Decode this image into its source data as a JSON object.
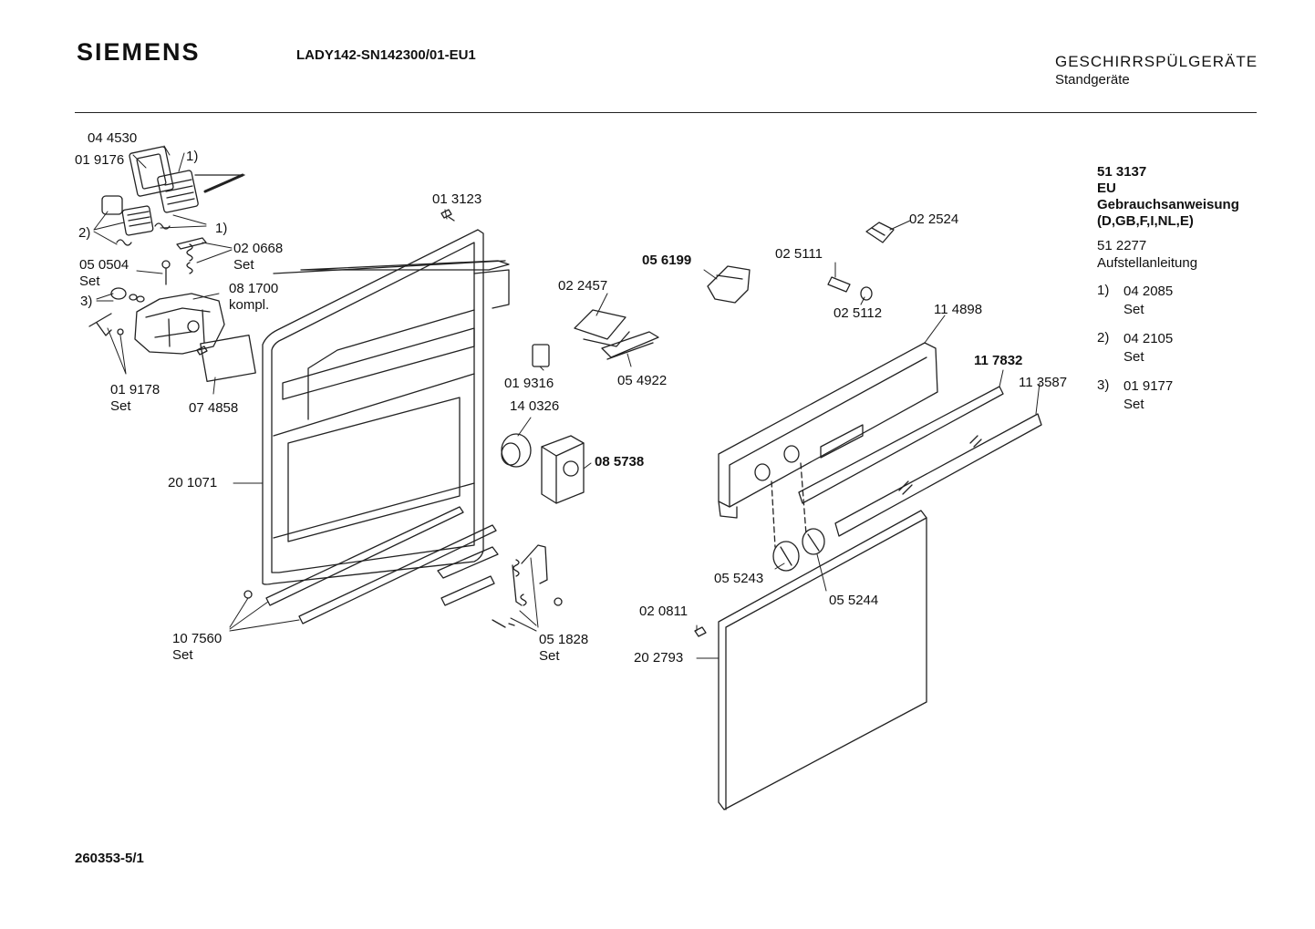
{
  "header": {
    "brand": "SIEMENS",
    "model": "LADY142-SN142300/01-EU1",
    "category": "GESCHIRRSPÜLGERÄTE",
    "subcategory": "Standgeräte"
  },
  "footer": {
    "doc_id": "260353-5/1"
  },
  "legend": {
    "manual_number": "51 3137",
    "manual_region": "EU",
    "manual_title": "Gebrauchsanweisung",
    "manual_languages": "(D,GB,F,I,NL,E)",
    "install_number": "51 2277",
    "install_title": "Aufstellanleitung",
    "notes": [
      {
        "marker": "1)",
        "part": "04 2085",
        "qualifier": "Set"
      },
      {
        "marker": "2)",
        "part": "04 2105",
        "qualifier": "Set"
      },
      {
        "marker": "3)",
        "part": "01 9177",
        "qualifier": "Set"
      }
    ]
  },
  "callouts": [
    {
      "id": "044530",
      "text": "04 4530"
    },
    {
      "id": "019176",
      "text": "01 9176"
    },
    {
      "id": "note1a",
      "text": "1)"
    },
    {
      "id": "note1b",
      "text": "1)"
    },
    {
      "id": "note2",
      "text": "2)"
    },
    {
      "id": "note3",
      "text": "3)"
    },
    {
      "id": "020668",
      "text": "02 0668",
      "sub": "Set"
    },
    {
      "id": "050504",
      "text": "05 0504",
      "sub": "Set"
    },
    {
      "id": "081700",
      "text": "08 1700",
      "sub": "kompl."
    },
    {
      "id": "019178",
      "text": "01 9178",
      "sub": "Set"
    },
    {
      "id": "074858",
      "text": "07 4858"
    },
    {
      "id": "013123",
      "text": "01 3123"
    },
    {
      "id": "201071",
      "text": "20 1071"
    },
    {
      "id": "107560",
      "text": "10 7560",
      "sub": "Set"
    },
    {
      "id": "056199",
      "text": "05 6199",
      "bold": true
    },
    {
      "id": "022457",
      "text": "02 2457"
    },
    {
      "id": "019316",
      "text": "01 9316"
    },
    {
      "id": "054922",
      "text": "05 4922"
    },
    {
      "id": "140326",
      "text": "14 0326"
    },
    {
      "id": "085738",
      "text": "08 5738",
      "bold": true
    },
    {
      "id": "051828",
      "text": "05 1828",
      "sub": "Set"
    },
    {
      "id": "022524",
      "text": "02 2524"
    },
    {
      "id": "025111",
      "text": "02 5111"
    },
    {
      "id": "025112",
      "text": "02 5112"
    },
    {
      "id": "114898",
      "text": "11 4898"
    },
    {
      "id": "117832",
      "text": "11 7832",
      "bold": true
    },
    {
      "id": "113587",
      "text": "11 3587"
    },
    {
      "id": "055243",
      "text": "05 5243"
    },
    {
      "id": "055244",
      "text": "05 5244"
    },
    {
      "id": "020811",
      "text": "02 0811"
    },
    {
      "id": "202793",
      "text": "20 2793"
    }
  ]
}
